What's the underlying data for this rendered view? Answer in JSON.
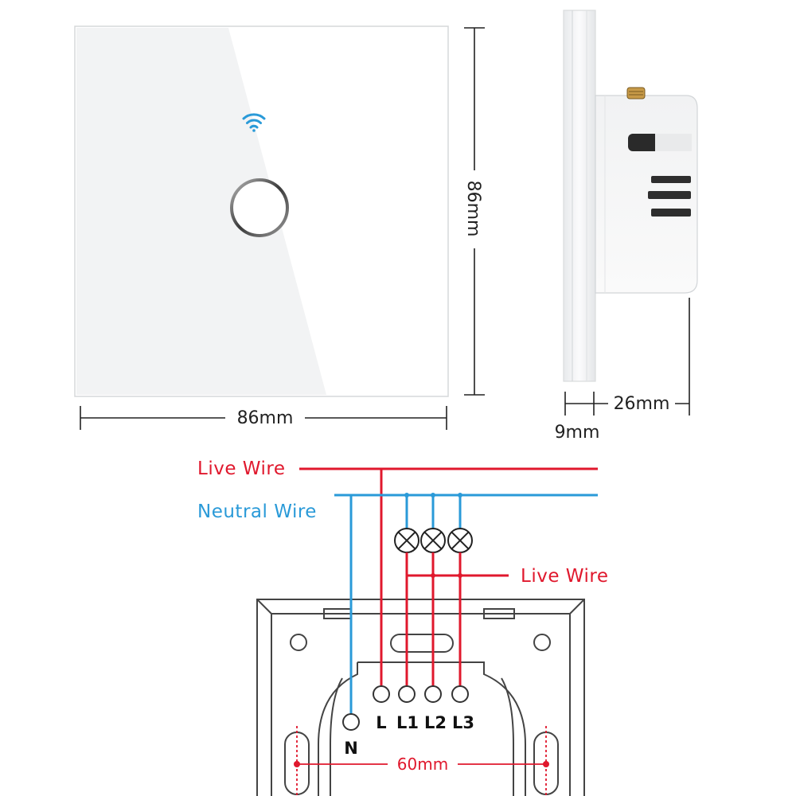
{
  "front_view": {
    "width_label": "86mm",
    "height_label": "86mm"
  },
  "side_view": {
    "depth_label": "26mm",
    "plate_label": "9mm"
  },
  "wiring": {
    "live_wire_top": "Live Wire",
    "neutral_wire": "Neutral Wire",
    "live_wire_load": "Live Wire",
    "terminals": {
      "n": "N",
      "l": "L",
      "l1": "L1",
      "l2": "L2",
      "l3": "L3"
    },
    "mount_spacing_label": "60mm"
  },
  "colors": {
    "live": "#e0182d",
    "neutral": "#2a9ad8",
    "wifi_icon": "#2a9ad8",
    "outline": "#444444"
  }
}
